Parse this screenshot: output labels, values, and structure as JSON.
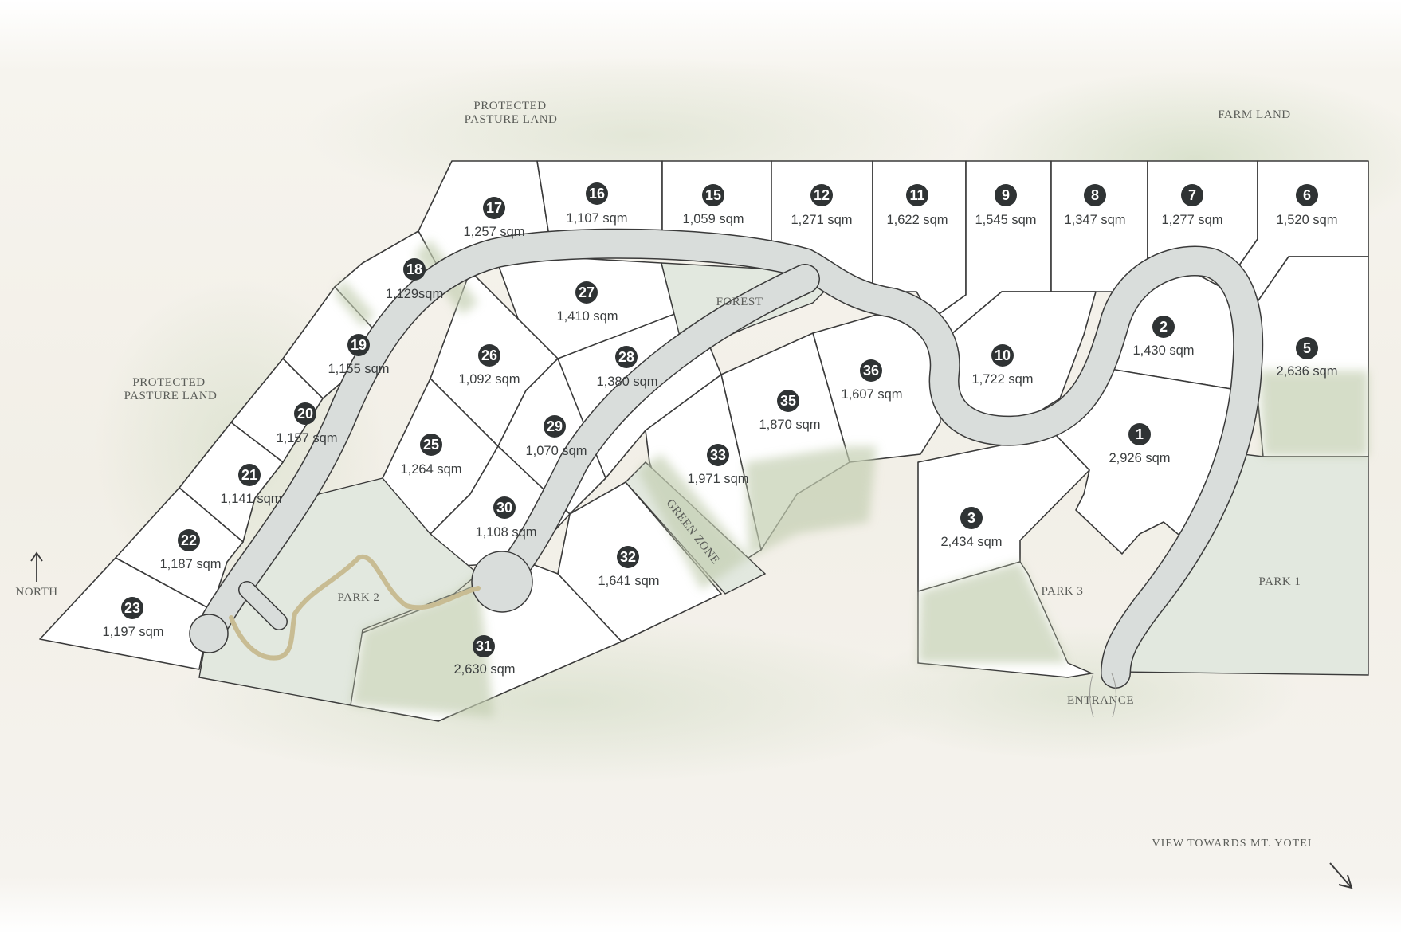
{
  "map": {
    "labels": {
      "protected_pasture_top_line1": "PROTECTED",
      "protected_pasture_top_line2": "PASTURE LAND",
      "protected_pasture_left_line1": "PROTECTED",
      "protected_pasture_left_line2": "PASTURE LAND",
      "farm_land": "FARM LAND",
      "forest": "FOREST",
      "green_zone": "GREEN ZONE",
      "park1": "PARK 1",
      "park2": "PARK 2",
      "park3": "PARK 3",
      "entrance": "ENTRANCE",
      "north": "NORTH",
      "view": "VIEW TOWARDS MT. YOTEI"
    },
    "colors": {
      "lot_fill": "#ffffff",
      "lot_stroke": "#3a3a3a",
      "road": "#d9dddb",
      "park": "#e2e8df",
      "vegetation": "#c9d4bb",
      "trail": "#c8bc93",
      "badge": "#2f3334"
    },
    "lots": [
      {
        "num": "1",
        "area": "2,926 sqm"
      },
      {
        "num": "2",
        "area": "1,430 sqm"
      },
      {
        "num": "3",
        "area": "2,434 sqm"
      },
      {
        "num": "5",
        "area": "2,636 sqm"
      },
      {
        "num": "6",
        "area": "1,520 sqm"
      },
      {
        "num": "7",
        "area": "1,277 sqm"
      },
      {
        "num": "8",
        "area": "1,347 sqm"
      },
      {
        "num": "9",
        "area": "1,545 sqm"
      },
      {
        "num": "10",
        "area": "1,722 sqm"
      },
      {
        "num": "11",
        "area": "1,622 sqm"
      },
      {
        "num": "12",
        "area": "1,271 sqm"
      },
      {
        "num": "15",
        "area": "1,059 sqm"
      },
      {
        "num": "16",
        "area": "1,107 sqm"
      },
      {
        "num": "17",
        "area": "1,257 sqm"
      },
      {
        "num": "18",
        "area": "1,129sqm"
      },
      {
        "num": "19",
        "area": "1,155 sqm"
      },
      {
        "num": "20",
        "area": "1,157 sqm"
      },
      {
        "num": "21",
        "area": "1,141 sqm"
      },
      {
        "num": "22",
        "area": "1,187 sqm"
      },
      {
        "num": "23",
        "area": "1,197 sqm"
      },
      {
        "num": "25",
        "area": "1,264 sqm"
      },
      {
        "num": "26",
        "area": "1,092 sqm"
      },
      {
        "num": "27",
        "area": "1,410 sqm"
      },
      {
        "num": "28",
        "area": "1,380 sqm"
      },
      {
        "num": "29",
        "area": "1,070 sqm"
      },
      {
        "num": "30",
        "area": "1,108 sqm"
      },
      {
        "num": "31",
        "area": "2,630 sqm"
      },
      {
        "num": "32",
        "area": "1,641 sqm"
      },
      {
        "num": "33",
        "area": "1,971 sqm"
      },
      {
        "num": "35",
        "area": "1,870 sqm"
      },
      {
        "num": "36",
        "area": "1,607 sqm"
      }
    ]
  }
}
